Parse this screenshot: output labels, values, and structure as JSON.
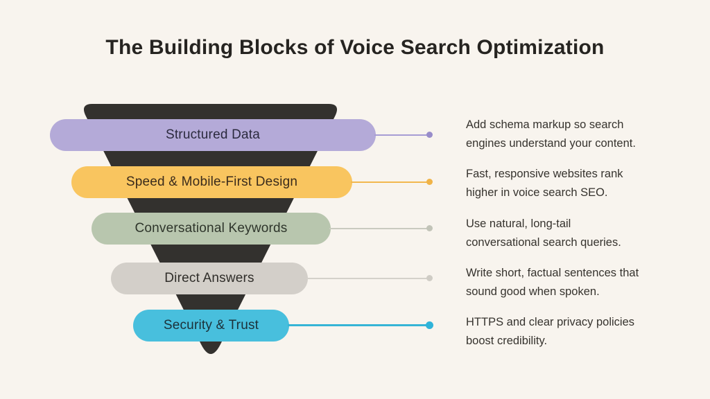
{
  "title": "The Building Blocks of Voice Search Optimization",
  "colors": {
    "background": "#f8f4ee",
    "funnel": "#33312e",
    "title_text": "#262421",
    "description_text": "#36332e"
  },
  "levels": [
    {
      "label": "Structured Data",
      "pill_color": "#b4aad8",
      "label_color": "#2b2a3e",
      "line_color": "#a79cd4",
      "dot_color": "#988cca",
      "description_lines": [
        "Add schema markup so search",
        "engines understand your content."
      ]
    },
    {
      "label": "Speed & Mobile-First Design",
      "pill_color": "#f9c55f",
      "label_color": "#3a2b1c",
      "line_color": "#f2b74e",
      "dot_color": "#f0b347",
      "description_lines": [
        "Fast, responsive websites rank",
        "higher in voice search SEO."
      ]
    },
    {
      "label": "Conversational Keywords",
      "pill_color": "#b8c6ae",
      "label_color": "#2e352b",
      "line_color": "#c9cabf",
      "dot_color": "#c2c4b8",
      "description_lines": [
        "Use natural, long-tail",
        "conversational search queries."
      ]
    },
    {
      "label": "Direct Answers",
      "pill_color": "#d3cfc9",
      "label_color": "#2f2d29",
      "line_color": "#d4d1ca",
      "dot_color": "#cfccc5",
      "description_lines": [
        "Write short, factual sentences that",
        "sound good when spoken."
      ]
    },
    {
      "label": "Security & Trust",
      "pill_color": "#48bfdd",
      "label_color": "#1c3038",
      "line_color": "#36b4d6",
      "dot_color": "#2fb3d9",
      "description_lines": [
        "HTTPS and clear privacy policies",
        "boost credibility."
      ]
    }
  ]
}
